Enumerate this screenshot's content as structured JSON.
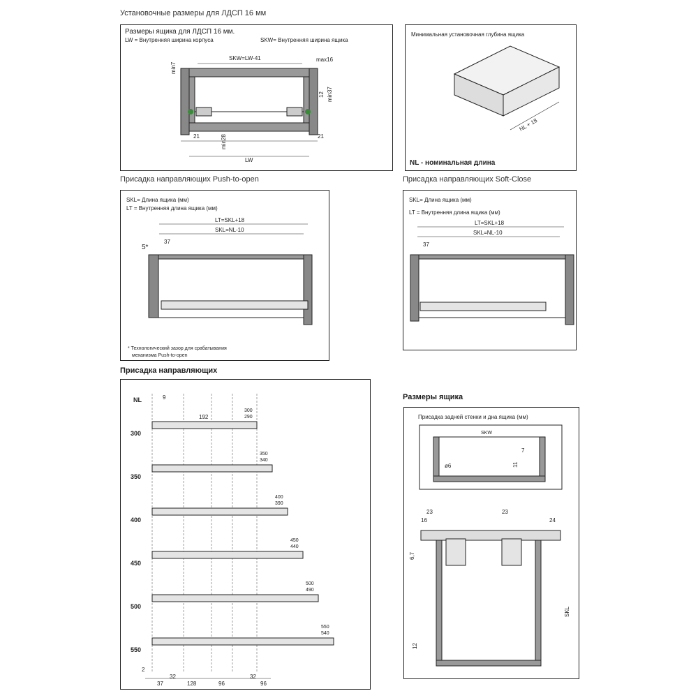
{
  "headings": {
    "install": "Установочные размеры для ЛДСП 16 мм",
    "push": "Присадка направляющих Push-to-open",
    "soft": "Присадка направляющих Soft-Close",
    "rails": "Присадка направляющих",
    "box": "Размеры ящика"
  },
  "p1": {
    "title": "Размеры ящика для ЛДСП 16 мм.",
    "lw_def": "LW = Внутренняя ширина корпуса",
    "skw_def": "SKW= Внутренняя ширина ящика",
    "skw": "SKW=LW-41",
    "max16": "max16",
    "min7": "min7",
    "min37": "min37",
    "d12": "12",
    "d21a": "21",
    "d21b": "21",
    "min28": "min28",
    "lw": "LW"
  },
  "p2": {
    "title": "Минимальная установочная глубина ящика",
    "nl18": "NL + 18",
    "caption": "NL - номинальная длина"
  },
  "p3": {
    "skl_def": "SKL= Длина ящика  (мм)",
    "lt_def": "LT = Внутренняя длина ящика (мм)",
    "lt": "LT=SKL+18",
    "skl": "SKL=NL-10",
    "d37": "37",
    "gap": "5*",
    "note1": "* Технологический зазор для срабатывания",
    "note2": "механизма Push-to-open"
  },
  "p4": {
    "skl_def": "SKL= Длина ящика  (мм)",
    "lt_def": "LT = Внутренняя длина ящика (мм)",
    "lt": "LT=SKL+18",
    "skl": "SKL=NL-10",
    "d37": "37"
  },
  "p5": {
    "nl": "NL",
    "d9": "9",
    "d192": "192",
    "rows": [
      {
        "nl": "300",
        "a": "300",
        "b": "290"
      },
      {
        "nl": "350",
        "a": "350",
        "b": "340"
      },
      {
        "nl": "400",
        "a": "400",
        "b": "390"
      },
      {
        "nl": "450",
        "a": "450",
        "b": "440"
      },
      {
        "nl": "500",
        "a": "500",
        "b": "490"
      },
      {
        "nl": "550",
        "a": "550",
        "b": "540"
      }
    ],
    "bottom": {
      "d2": "2",
      "d37": "37",
      "d32a": "32",
      "d128": "128",
      "d96a": "96",
      "d32b": "32",
      "d96b": "96"
    }
  },
  "p6": {
    "title": "Присадка задней стенки и дна ящика (мм)",
    "skw": "SKW",
    "d7": "7",
    "d6": "ø6",
    "d11": "11",
    "d23a": "23",
    "d16": "16",
    "d23b": "23",
    "d24": "24",
    "d67": "6,7",
    "skl": "SKL",
    "d12": "12"
  }
}
